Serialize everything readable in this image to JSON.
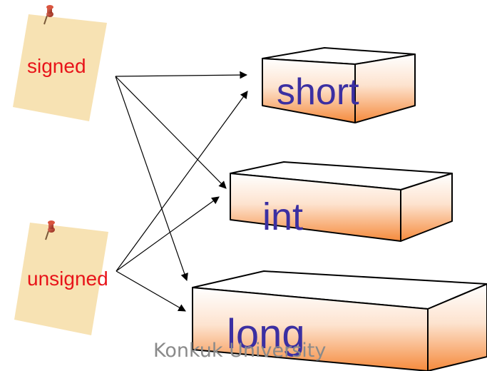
{
  "notes": {
    "signed": {
      "label": "signed"
    },
    "unsigned": {
      "label": "unsigned"
    }
  },
  "boxes": {
    "short": {
      "label": "short"
    },
    "int": {
      "label": "int"
    },
    "long": {
      "label": "long"
    }
  },
  "footer": {
    "text": "Konkuk University"
  },
  "colors": {
    "note": "#f7e2b3",
    "pin": "#c0392b",
    "modifier_text": "#e8141a",
    "box_text": "#3b2fa2",
    "box_gradient_top": "#ffffff",
    "box_gradient_bottom": "#f58a3c",
    "footer_text": "#8a8a8a"
  },
  "connections": [
    {
      "from": "signed",
      "to": "short"
    },
    {
      "from": "signed",
      "to": "int"
    },
    {
      "from": "signed",
      "to": "long"
    },
    {
      "from": "unsigned",
      "to": "short"
    },
    {
      "from": "unsigned",
      "to": "int"
    },
    {
      "from": "unsigned",
      "to": "long"
    }
  ]
}
